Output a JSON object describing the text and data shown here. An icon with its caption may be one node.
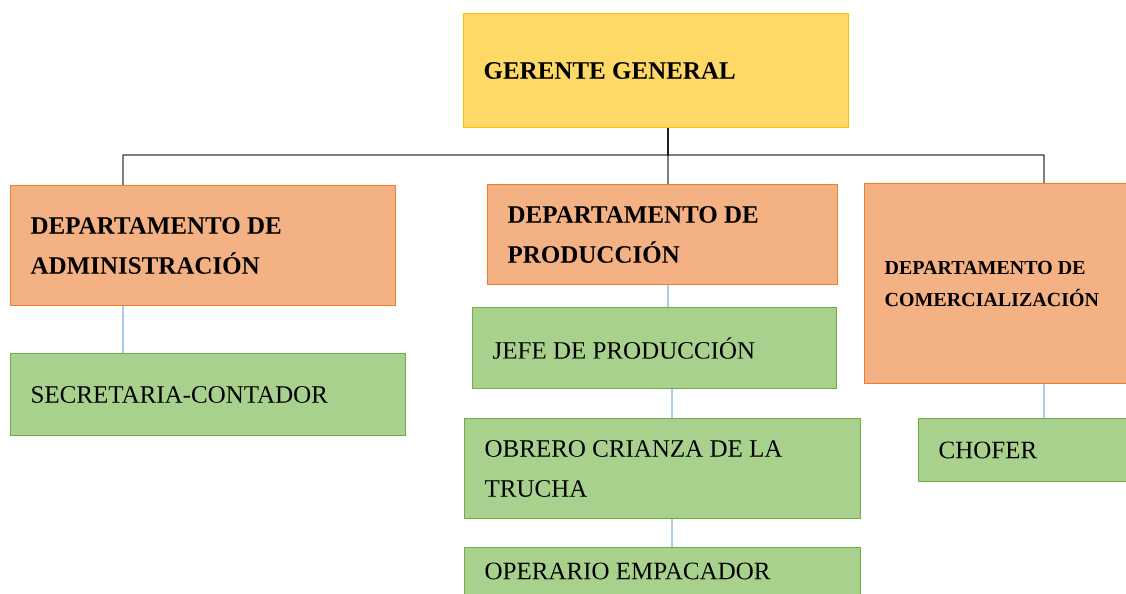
{
  "diagram": {
    "nodes": [
      {
        "text": [
          "GERENTE GENERAL"
        ]
      },
      {
        "text": [
          "DEPARTAMENTO DE ADMINISTRACIÓN"
        ]
      },
      {
        "text": [
          "DEPARTAMENTO DE PRODUCCIÓN"
        ]
      },
      {
        "text": [
          "DEPARTAMENTO DE COMERCIALIZACIÓN"
        ]
      },
      {
        "text": [
          "SECRETARIA-CONTADOR"
        ]
      },
      {
        "text": [
          "JEFE DE PRODUCCIÓN"
        ]
      },
      {
        "text": [
          "OBRERO CRIANZA DE LA TRUCHA"
        ]
      },
      {
        "text": [
          "OPERARIO EMPACADOR"
        ]
      },
      {
        "text": [
          "CHOFER"
        ]
      }
    ],
    "edges": [
      {
        "from": 0,
        "to": 1,
        "arrow": "none",
        "color": "#000000"
      },
      {
        "from": 0,
        "to": 2,
        "arrow": "none",
        "color": "#000000"
      },
      {
        "from": 0,
        "to": 3,
        "arrow": "none",
        "color": "#000000"
      },
      {
        "from": 1,
        "to": 4,
        "arrow": "none"
      },
      {
        "from": 2,
        "to": 5,
        "arrow": "none"
      },
      {
        "from": 5,
        "to": 6,
        "arrow": "none"
      },
      {
        "from": 6,
        "to": 7,
        "arrow": "none"
      },
      {
        "from": 3,
        "to": 8,
        "arrow": "none"
      }
    ]
  }
}
